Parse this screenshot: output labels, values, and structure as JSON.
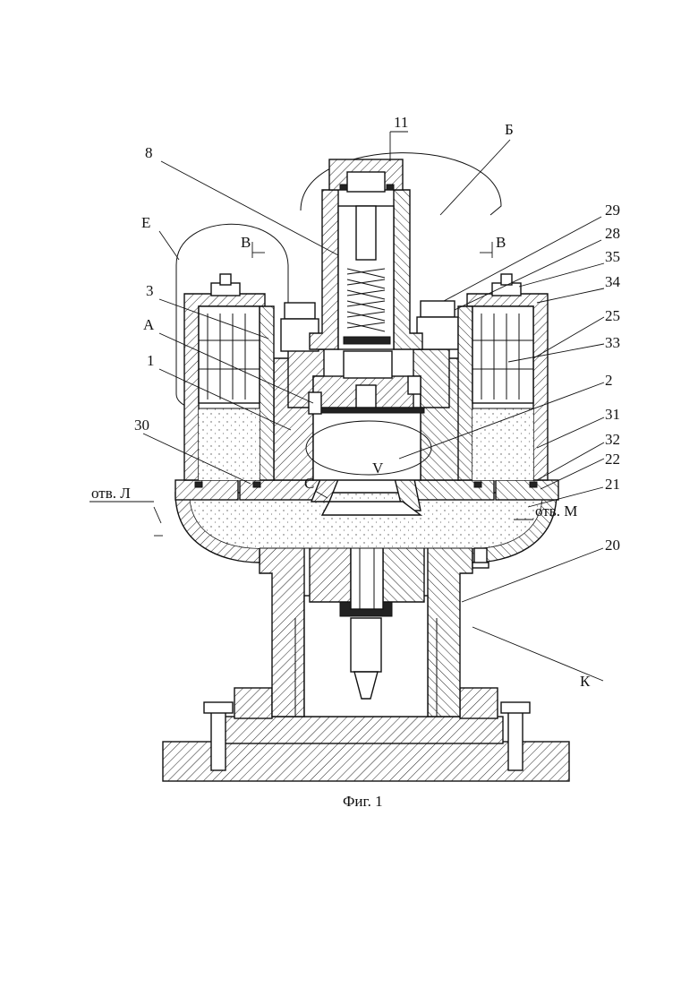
{
  "caption": "Фиг. 1",
  "labels": {
    "l11": "11",
    "lB": "Б",
    "l8": "8",
    "lE": "Е",
    "lV1": "В",
    "lV2": "В",
    "l29": "29",
    "l28": "28",
    "l35": "35",
    "l3": "3",
    "l34": "34",
    "lA": "А",
    "l25": "25",
    "l1": "1",
    "l33": "33",
    "l2": "2",
    "l30": "30",
    "l31": "31",
    "l32": "32",
    "lC": "С",
    "lVol": "V",
    "l22": "22",
    "lOtvL": "отв. Л",
    "l21": "21",
    "lOtvM": "отв. М",
    "l20": "20",
    "lK": "К"
  }
}
